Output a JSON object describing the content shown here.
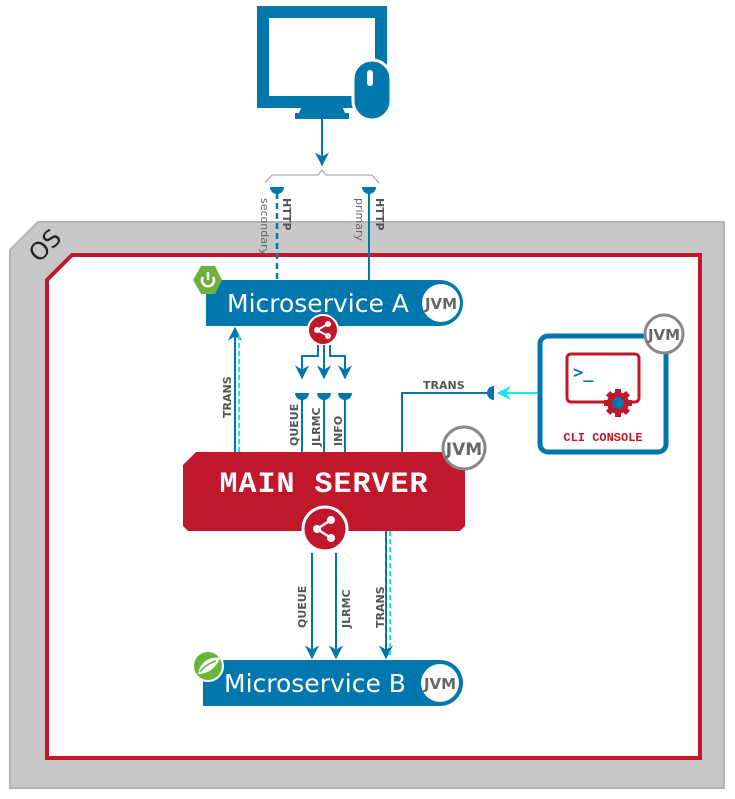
{
  "os": {
    "label": "OS"
  },
  "client": {
    "icon": "desktop-computer-with-mouse-icon"
  },
  "http_links": [
    {
      "protocol": "HTTP",
      "role": "secondary"
    },
    {
      "protocol": "HTTP",
      "role": "primary"
    }
  ],
  "microservice_a": {
    "title": "Microservice A",
    "runtime": "JVM",
    "badge_icon": "spring-boot-power-icon"
  },
  "microservice_b": {
    "title": "Microservice B",
    "runtime": "JVM",
    "badge_icon": "spring-leaf-icon"
  },
  "main_server": {
    "title": "MAIN SERVER",
    "runtime": "JVM"
  },
  "cli_console": {
    "title": "CLI CONSOLE",
    "runtime": "JVM",
    "prompt": ">_"
  },
  "links": {
    "a_to_main": [
      "QUEUE",
      "JLRMC",
      "INFO"
    ],
    "main_to_a": "TRANS",
    "cli_to_main": "TRANS",
    "main_to_b": [
      "QUEUE",
      "JLRMC",
      "TRANS"
    ]
  },
  "colors": {
    "blue": "#0277ad",
    "red": "#c0182a",
    "gray": "#c8c8c8",
    "cyan": "#19e6f0",
    "green": "#6ab43e"
  }
}
